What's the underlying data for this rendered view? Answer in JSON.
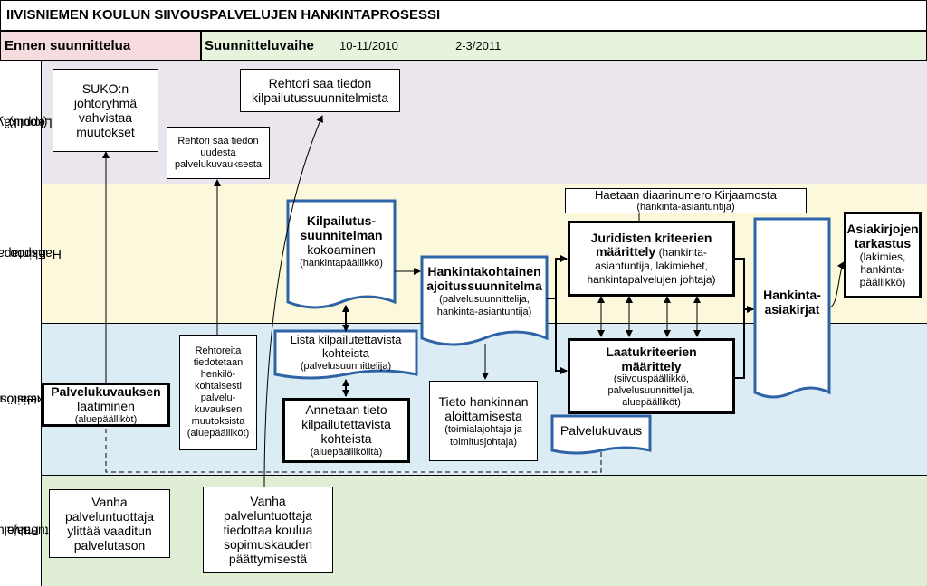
{
  "title": "IIVISNIEMEN KOULUN SIIVOUSPALVELUJEN HANKINTAPROSESSI",
  "phases": {
    "before": "Ennen suunnittelua",
    "planning": "Suunnitteluvaihe",
    "date1": "10-11/2010",
    "date2": "2-3/2011"
  },
  "lanes": {
    "lane1": [
      "Loppukäyttäjä",
      "(koulu)"
    ],
    "lane2": [
      "Hankintapalvelut/",
      "Espoo"
    ],
    "lane3": [
      "Kiinteistönhoito-",
      "Liikelaitos"
    ],
    "lane4": [
      "Palvelun-",
      "tuottaja"
    ]
  },
  "colors": {
    "lane1_bg": "#ebe6ee",
    "lane2_bg": "#fbf8dc",
    "lane3_bg": "#dbecf4",
    "lane4_bg": "#e1eed6",
    "doc_stroke": "#2e64a6"
  },
  "boxes": {
    "suko": [
      "SUKO:n",
      "johtoryhmä",
      "vahvistaa",
      "muutokset"
    ],
    "rehtori_tieto": [
      "Rehtori saa tiedon",
      "kilpailutussuunnitelmista"
    ],
    "rehtori_uusi": [
      "Rehtori saa tiedon",
      "uudesta",
      "palvelukuvauksesta"
    ],
    "diaari": {
      "main": "Haetaan diaarinumero Kirjaamosta",
      "sub": "(hankinta-asiantuntija)"
    },
    "kilp_suunn": {
      "l1": "Kilpailutus-",
      "l2": "suunnitelman",
      "l3": "kokoaminen",
      "sub": "(hankintapäällikkö)"
    },
    "ajoitus": {
      "l1": "Hankintakohtainen",
      "l2": "ajoitussuunnitelma",
      "sub1": "(palvelusuunnittelija,",
      "sub2": "hankinta-asiantuntija)"
    },
    "juridiset": {
      "l1": "Juridisten kriteerien",
      "l2": "määrittely",
      "sub1": "(hankinta-",
      "sub2": "asiantuntija, lakimiehet,",
      "sub3": "hankintapalvelujen johtaja)"
    },
    "hankinta_asiakirjat": [
      "Hankinta-",
      "asiakirjat"
    ],
    "tarkastus": {
      "l1": "Asiakirjojen",
      "l2": "tarkastus",
      "sub1": "(lakimies,",
      "sub2": "hankinta-",
      "sub3": "päällikkö)"
    },
    "palvelukuvaus_laatiminen": {
      "l1": "Palvelukuvauksen",
      "l2": "laatiminen",
      "sub": "(aluepäälliköt)"
    },
    "rehtoreita": [
      "Rehtoreita",
      "tiedotetaan",
      "henkilö-",
      "kohtaisesti",
      "palvelu-",
      "kuvauksen",
      "muutoksista",
      "(aluepäälliköt)"
    ],
    "lista": {
      "main": "Lista kilpailutettavista",
      "main2": "kohteista",
      "sub": "(palvelusuunnittelija)"
    },
    "annetaan": {
      "l1": "Annetaan tieto",
      "l2": "kilpailutettavista",
      "l3": "kohteista",
      "sub": "(aluepäälliköiltä)"
    },
    "tieto_hankinnan": {
      "l1": "Tieto hankinnan",
      "l2": "aloittamisesta",
      "sub1": "(toimialajohtaja ja",
      "sub2": "toimitusjohtaja)"
    },
    "laatu": {
      "l1": "Laatukriteerien",
      "l2": "määrittely",
      "sub1": "(siivouspäällikkö,",
      "sub2": "palvelusuunnittelija,",
      "sub3": "aluepäälliköt)"
    },
    "palvelukuvaus_doc": "Palvelukuvaus",
    "vanha1": [
      "Vanha",
      "palveluntuottaja",
      "ylittää vaaditun",
      "palvelutason"
    ],
    "vanha2": [
      "Vanha",
      "palveluntuottaja",
      "tiedottaa koulua",
      "sopimuskauden",
      "päättymisestä"
    ]
  }
}
